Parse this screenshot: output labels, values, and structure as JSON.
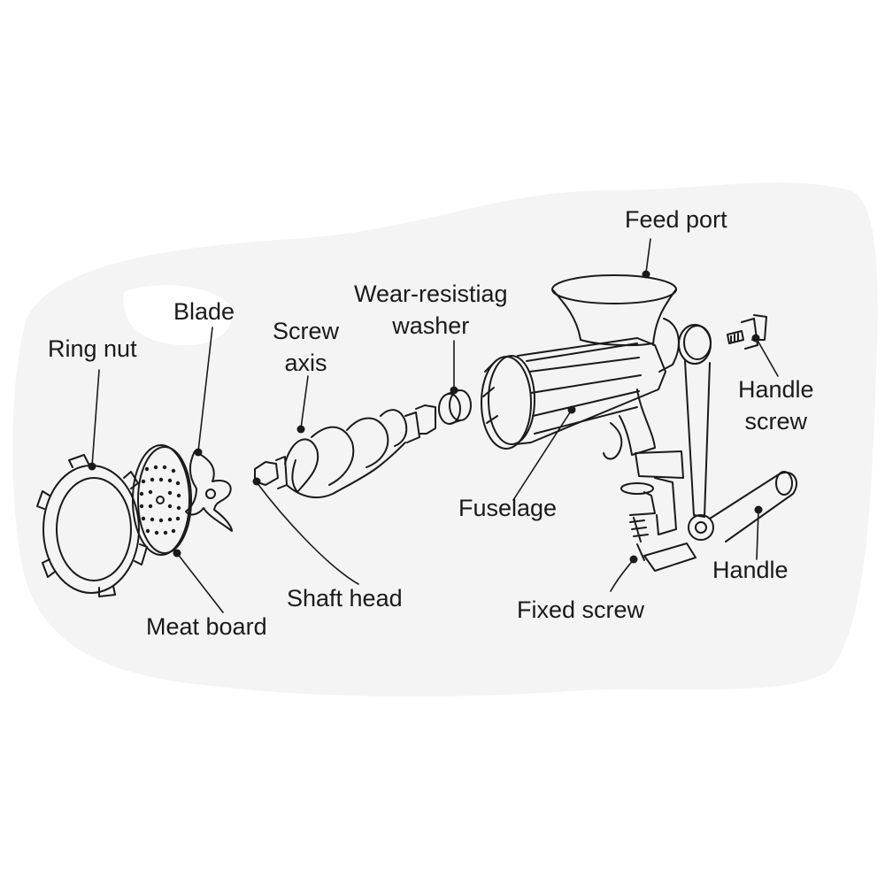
{
  "labels": {
    "feed_port": "Feed port",
    "washer_line1": "Wear-resistiag",
    "washer_line2": "washer",
    "blade": "Blade",
    "screw_axis_line1": "Screw",
    "screw_axis_line2": "axis",
    "ring_nut": "Ring nut",
    "handle_screw_line1": "Handle",
    "handle_screw_line2": "screw",
    "fuselage": "Fuselage",
    "handle": "Handle",
    "shaft_head": "Shaft head",
    "fixed_screw": "Fixed screw",
    "meat_board": "Meat board"
  },
  "colors": {
    "ink": "#1a1a1a",
    "blob": "#f4f4f4",
    "background": "#ffffff"
  }
}
